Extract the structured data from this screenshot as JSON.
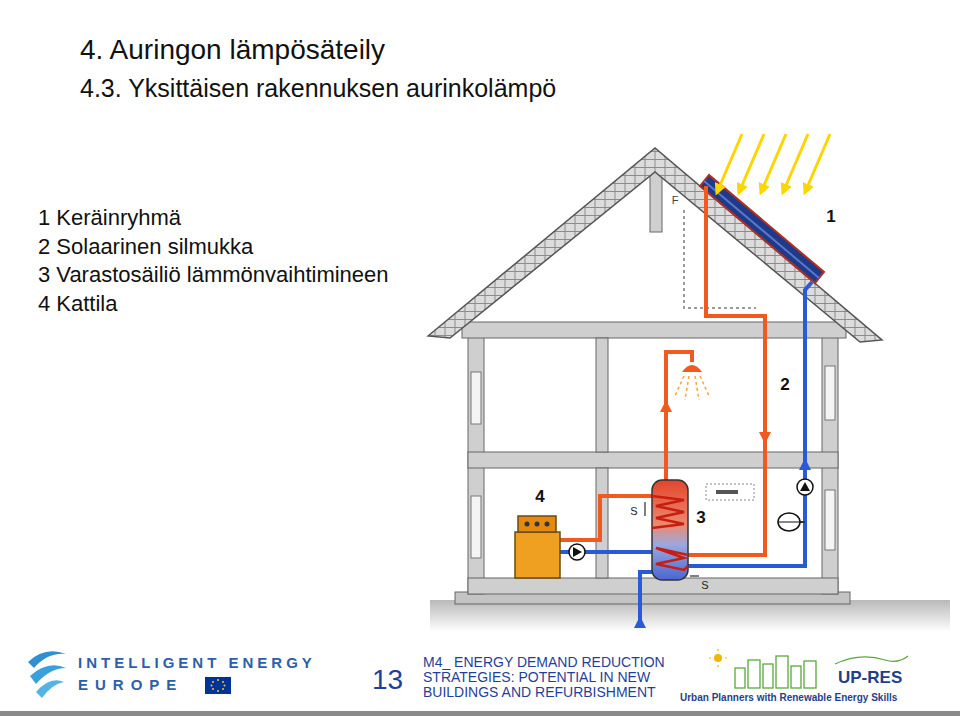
{
  "diagram": {
    "title": "4. Auringon lämpösäteily",
    "labels": [
      "4.3. Yksittäisen rakennuksen aurinkolämpö",
      "1 Keräinryhmä",
      "2 Solaarinen silmukka",
      "3 Varastosäiliö lämmönvaihtimineen",
      "4 Kattila",
      "1",
      "2",
      "3",
      "4",
      "S",
      "S",
      "F",
      "INTELLIGENT ENERGY",
      "EUROPE",
      "13",
      "M4_ ENERGY DEMAND REDUCTION STRATEGIES: POTENTIAL IN NEW BUILDINGS AND REFURBISHMENT",
      "UP-RES",
      "Urban Planners with Renewable Energy Skills"
    ]
  }
}
